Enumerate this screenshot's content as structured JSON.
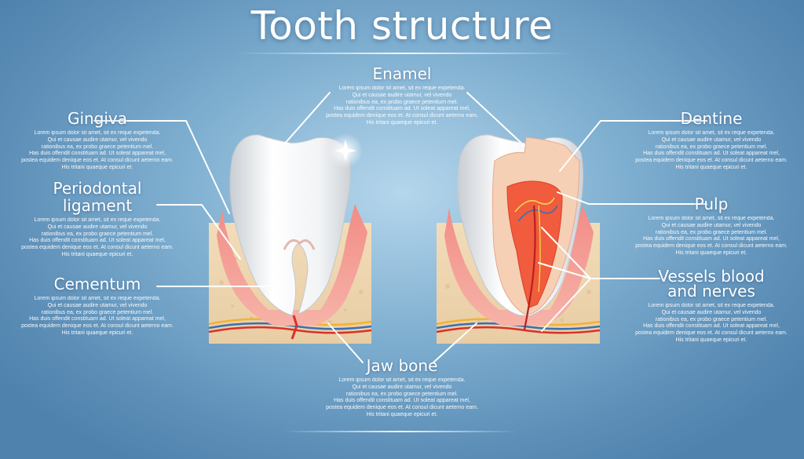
{
  "title": "Tooth structure",
  "lorem": [
    "Lorem ipsum dolor sit amet, sit ex reque expetenda.",
    "Qui et causae audire utamur, vel vivendo",
    "rationibus ea, ex probo graece petentium mel.",
    "Has duis offendit constituam ad. Ut soleat appareat mel,",
    "postea equidem denique eos et. At consul dicunt aeterno eam.",
    "His tritani quaeque epicuri et."
  ],
  "labels": {
    "enamel": "Enamel",
    "gingiva": "Gingiva",
    "periodontal_1": "Periodontal",
    "periodontal_2": "ligament",
    "cementum": "Cementum",
    "jaw_bone": "Jaw bone",
    "dentine": "Dentine",
    "pulp": "Pulp",
    "vessels_1": "Vessels blood",
    "vessels_2": "and nerves"
  }
}
